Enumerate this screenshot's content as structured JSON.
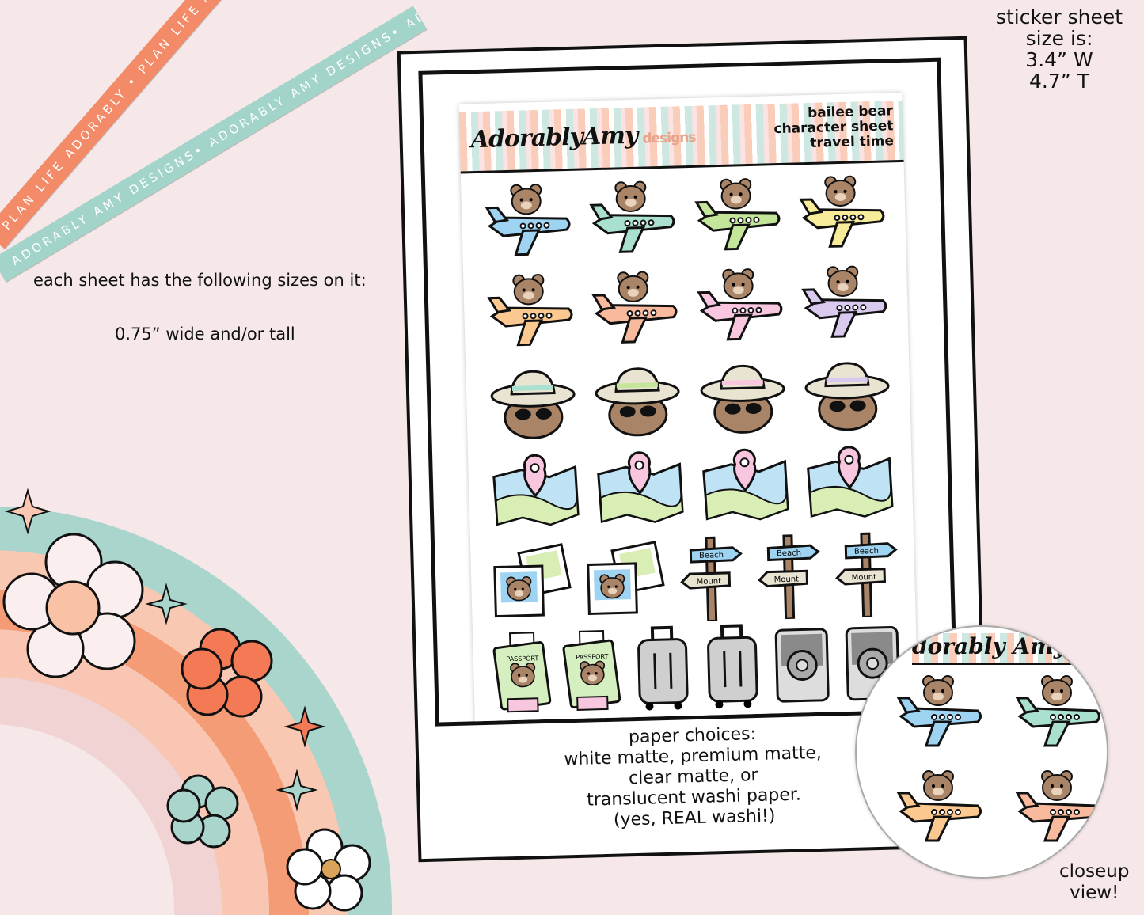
{
  "ribbons": {
    "orange": "PLAN LIFE ADORABLY • PLAN LIFE ADORABLY • PLAN LIFE ADORABLY",
    "teal": "ADORABLY AMY DESIGNS• ADORABLY AMY DESIGNS• ADORABLY AMY DESIGNS"
  },
  "size_info": {
    "line1": "sticker sheet",
    "line2": "size is:",
    "line3": "3.4” W",
    "line4": "4.7” T"
  },
  "sizes_heading": "each sheet has the following sizes on it:",
  "sizes_value": "0.75” wide and/or tall",
  "sheet": {
    "logo": "AdorablyAmy",
    "logo_sub": "designs",
    "title": {
      "line1": "bailee bear",
      "line2": "character sheet",
      "line3": "travel time"
    },
    "sign_labels": {
      "top": "Beach",
      "bottom": "Mount"
    },
    "passport_label": "PASSPORT",
    "rows": [
      [
        {
          "type": "plane",
          "color": "#9fd3f2"
        },
        {
          "type": "plane",
          "color": "#a9e0cf"
        },
        {
          "type": "plane",
          "color": "#c4e69a"
        },
        {
          "type": "plane",
          "color": "#f7ec99"
        }
      ],
      [
        {
          "type": "plane",
          "color": "#fbc98f"
        },
        {
          "type": "plane",
          "color": "#f9b99c"
        },
        {
          "type": "plane",
          "color": "#f8c6de"
        },
        {
          "type": "plane",
          "color": "#d9c9ee"
        }
      ],
      [
        {
          "type": "hat",
          "color": "#a9e0cf"
        },
        {
          "type": "hat",
          "color": "#c4e69a"
        },
        {
          "type": "hat",
          "color": "#f8c6de"
        },
        {
          "type": "hat",
          "color": "#d9c9ee"
        }
      ],
      [
        {
          "type": "map",
          "color": "#f8c6de"
        },
        {
          "type": "map",
          "color": "#f8c6de"
        },
        {
          "type": "map",
          "color": "#f8c6de"
        },
        {
          "type": "map",
          "color": "#f8c6de"
        }
      ],
      [
        {
          "type": "photo",
          "color": "#9fd3f2"
        },
        {
          "type": "photo",
          "color": "#9fd3f2"
        },
        {
          "type": "sign",
          "color": "#9fd3f2"
        },
        {
          "type": "sign",
          "color": "#9fd3f2"
        },
        {
          "type": "sign",
          "color": "#9fd3f2"
        }
      ],
      [
        {
          "type": "passport",
          "color": "#d6efc0"
        },
        {
          "type": "passport",
          "color": "#d6efc0"
        },
        {
          "type": "luggage",
          "color": "#cfcfcf"
        },
        {
          "type": "luggage",
          "color": "#cfcfcf"
        },
        {
          "type": "camera",
          "color": "#8a8a8a"
        },
        {
          "type": "camera",
          "color": "#8a8a8a"
        }
      ]
    ],
    "paper_choices": [
      "paper choices:",
      "white matte, premium matte,",
      "clear matte, or",
      "translucent washi paper.",
      "(yes, REAL washi!)"
    ]
  },
  "closeup": {
    "logo": "dorably Amy",
    "label1": "closeup",
    "label2": "view!"
  },
  "colors": {
    "background": "#f6e8e8",
    "orange": "#f38a68",
    "teal": "#a3d4c9"
  }
}
